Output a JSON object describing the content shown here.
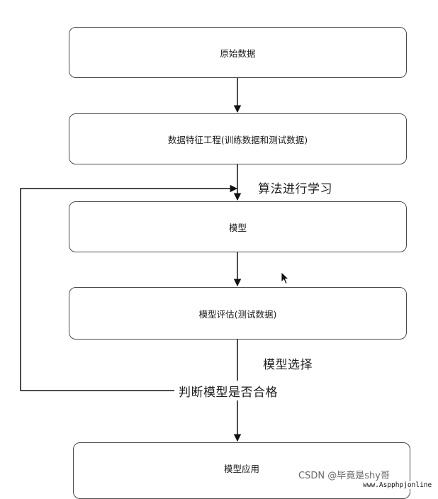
{
  "nodes": {
    "raw_data": "原始数据",
    "feature_engineering": "数据特征工程(训练数据和测试数据)",
    "model": "模型",
    "model_evaluation": "模型评估(测试数据)",
    "model_application": "模型应用"
  },
  "edge_labels": {
    "algorithm_learning": "算法进行学习",
    "model_selection": "模型选择",
    "qualified_check": "判断模型是否合格"
  },
  "watermark": {
    "text": "CSDN @毕竟是shy哥",
    "site": "www.Aspphpjonline"
  },
  "colors": {
    "line": "#111111",
    "border": "#4a4a4a"
  }
}
